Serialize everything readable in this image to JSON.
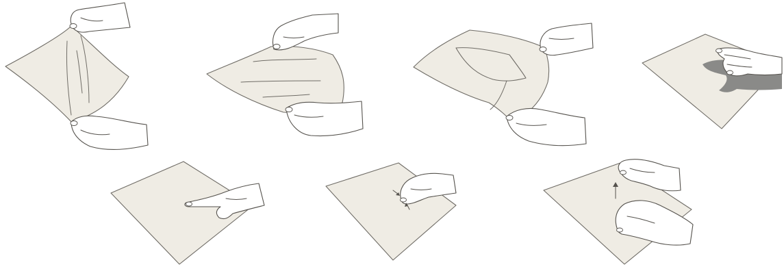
{
  "colors": {
    "cloth": "#efece4",
    "outline": "#6f6c66",
    "hand_outline": "#55524d",
    "shadow": "#8a8a88",
    "background": "#ffffff"
  },
  "steps": [
    {
      "action": "hold-cloth-by-two-corners"
    },
    {
      "action": "pull-cloth-taut-horizontally"
    },
    {
      "action": "lift-folded-cloth-by-corner"
    },
    {
      "action": "wipe-surface-with-flat-hand"
    },
    {
      "action": "point-finger-on-cloth"
    },
    {
      "action": "pinch-cloth-between-fingers"
    },
    {
      "action": "lift-cloth-with-both-hands"
    }
  ]
}
